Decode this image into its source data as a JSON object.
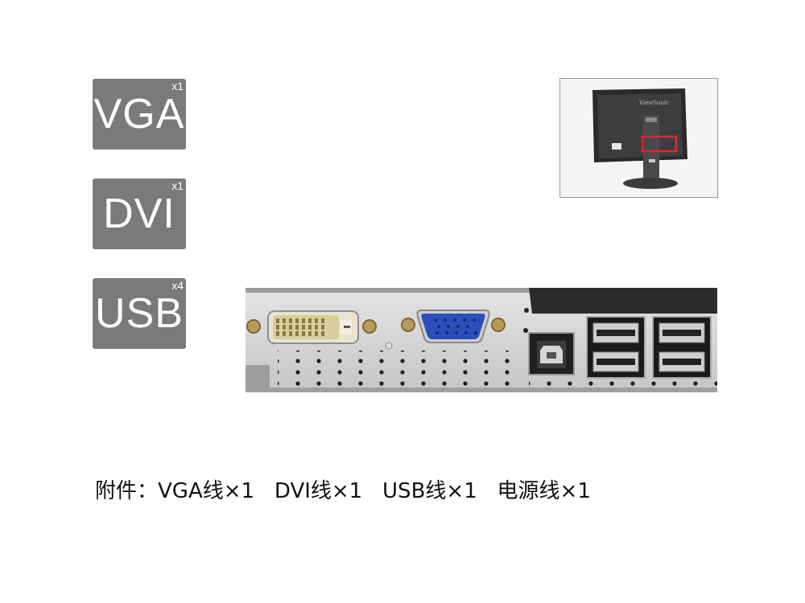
{
  "badges": [
    {
      "label": "VGA",
      "count": "x1"
    },
    {
      "label": "DVI",
      "count": "x1"
    },
    {
      "label": "USB",
      "count": "x4"
    }
  ],
  "thumbnail": {
    "brand_text": "ViewSonic"
  },
  "ports_photo": {
    "connectors": [
      "dvi-port",
      "vga-port",
      "usb-b-port",
      "usb-a-port",
      "usb-a-port",
      "usb-a-port",
      "usb-a-port"
    ]
  },
  "accessories": {
    "prefix": "附件：",
    "items": [
      "VGA线×1",
      "DVI线×1",
      "USB线×1",
      "电源线×1"
    ]
  },
  "colors": {
    "badge_bg": "#7a7a7a",
    "vga_blue": "#2b4fb8",
    "highlight_red": "#d8282f"
  }
}
